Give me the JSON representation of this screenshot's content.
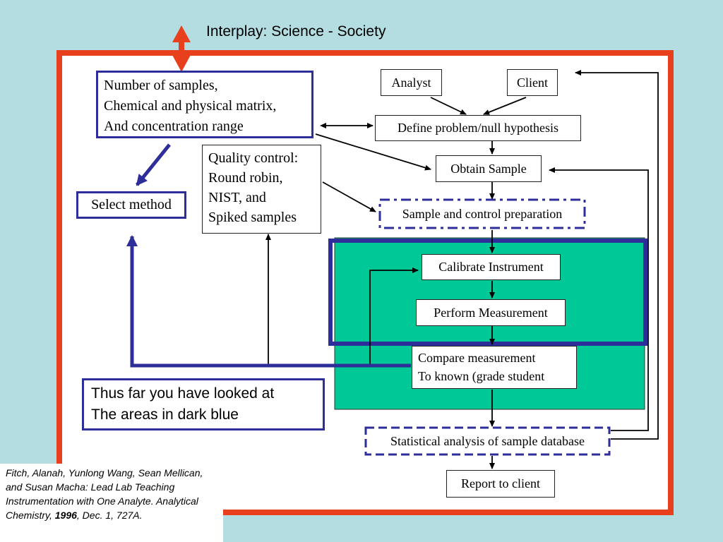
{
  "title": "Interplay: Science - Society",
  "boxes": {
    "samples_line1": "Number of samples,",
    "samples_line2": "Chemical and physical matrix,",
    "samples_line3": "And concentration range",
    "analyst": "Analyst",
    "client": "Client",
    "define_problem": "Define problem/null hypothesis",
    "obtain_sample": "Obtain Sample",
    "select_method": "Select method",
    "qc_line1": "Quality control:",
    "qc_line2": "Round robin,",
    "qc_line3": "NIST, and",
    "qc_line4": "Spiked samples",
    "sample_prep": "Sample and control preparation",
    "calibrate": "Calibrate Instrument",
    "perform": "Perform Measurement",
    "compare_line1": "Compare measurement",
    "compare_line2": "To known (grade student",
    "statistical": "Statistical analysis of sample database",
    "report": "Report to client"
  },
  "note": {
    "line1": "Thus far you have looked at",
    "line2": "The areas in dark blue"
  },
  "citation": {
    "text_before": "Fitch, Alanah, Yunlong Wang, Sean Mellican, and Susan Macha: Lead Lab Teaching Instrumentation with One Analyte. Analytical Chemistry, ",
    "year": "1996",
    "text_after": ", Dec. 1, 727A."
  },
  "colors": {
    "background": "#b3dde0",
    "frame": "#e8401c",
    "highlight_blue": "#2e2e9a",
    "measure_area": "#00c896",
    "arrow": "#000000"
  }
}
